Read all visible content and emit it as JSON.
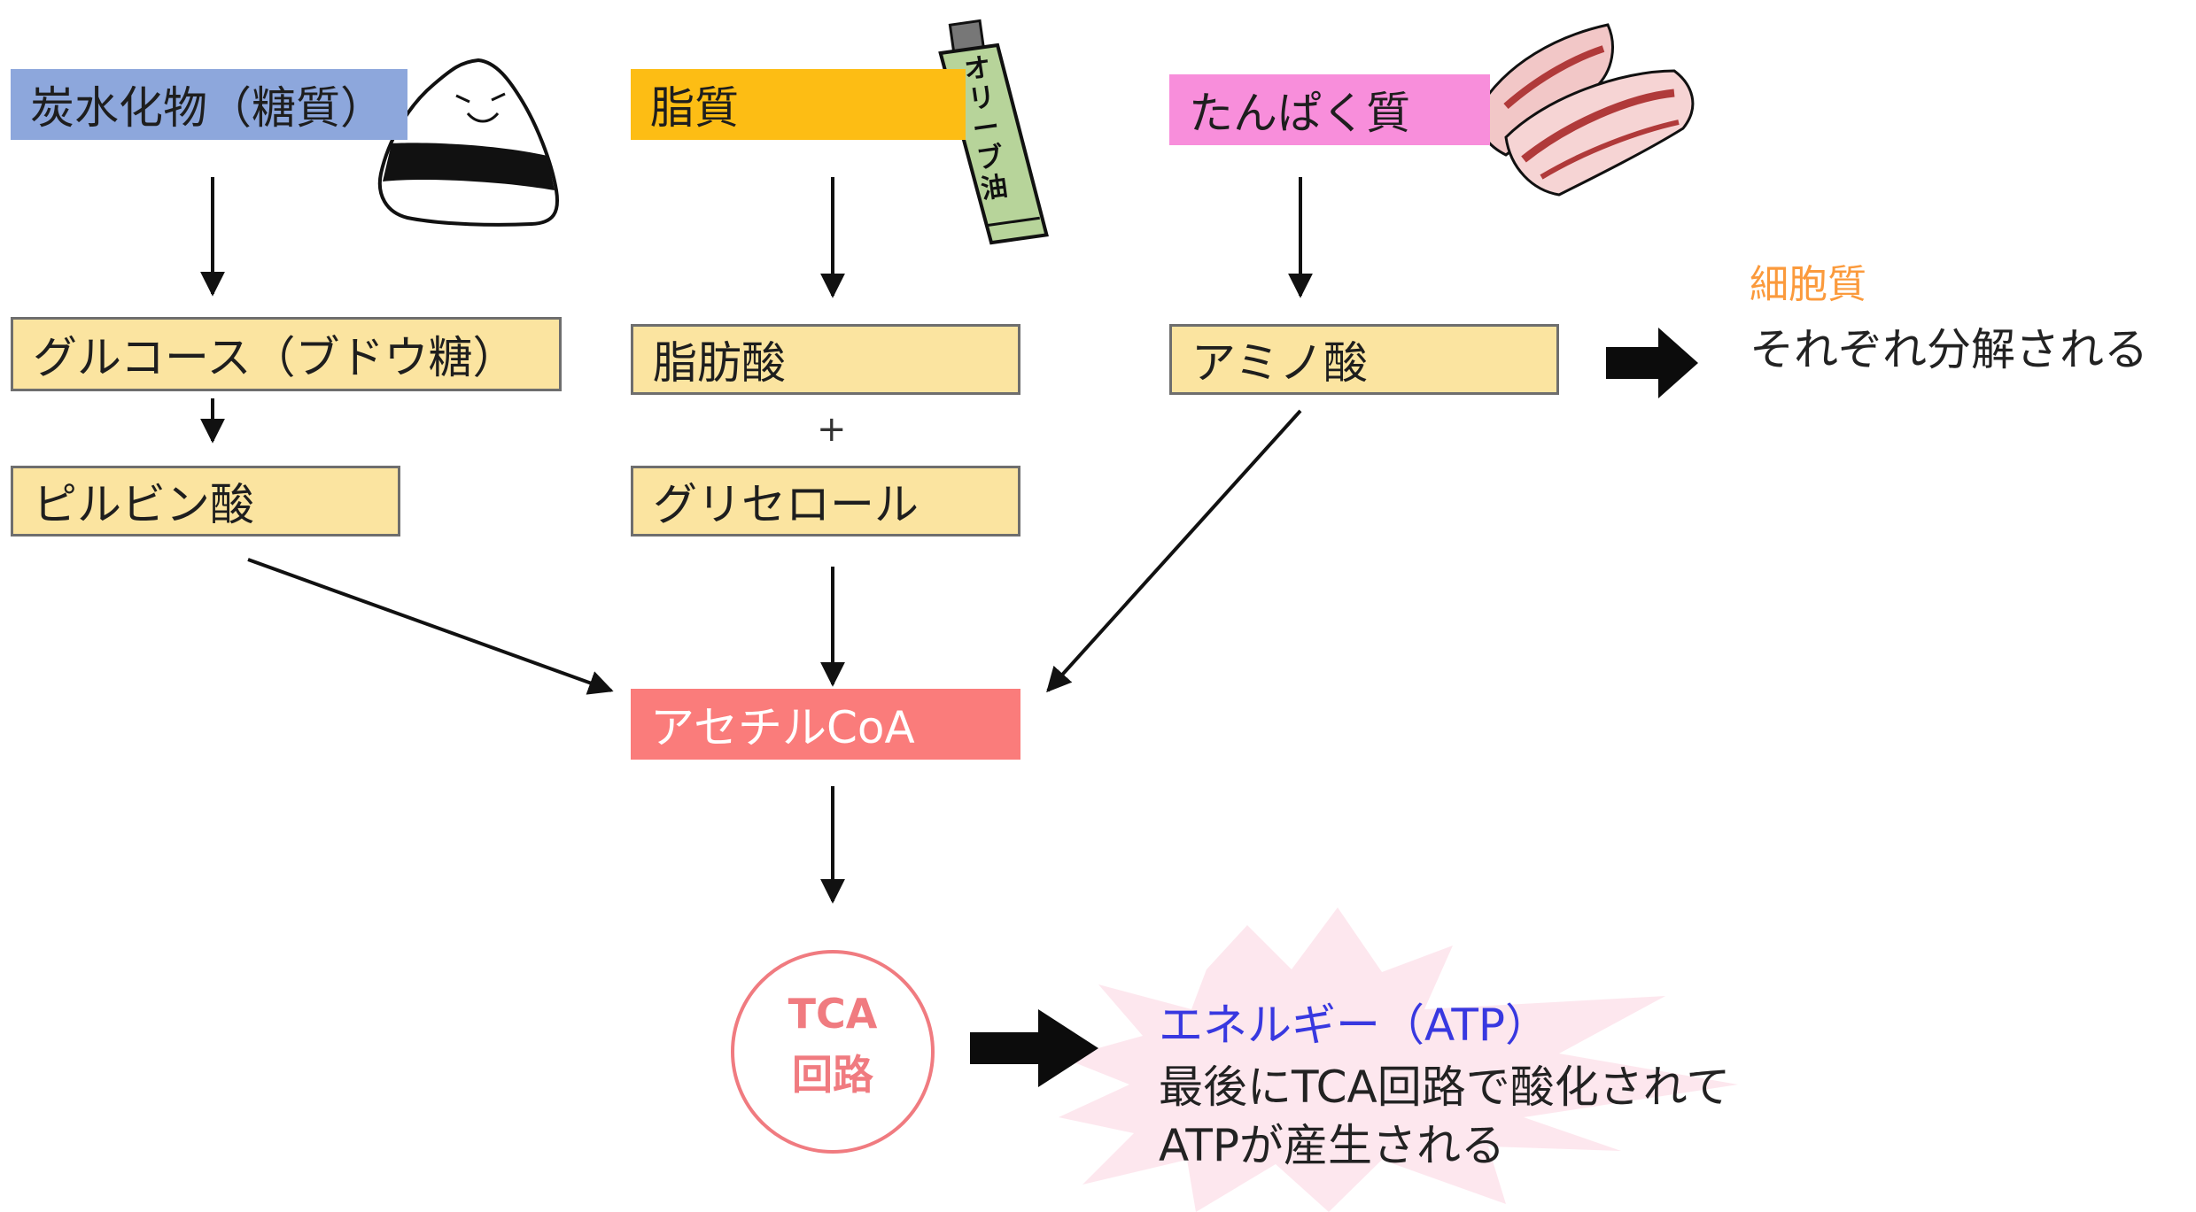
{
  "nutrients": {
    "carb": {
      "label": "炭水化物（糖質）",
      "color": "#8da7dc"
    },
    "lipid": {
      "label": "脂質",
      "color": "#fdbd14"
    },
    "protein": {
      "label": "たんぱく質",
      "color": "#f88edb"
    }
  },
  "intermediates": {
    "glucose": "グルコース（ブドウ糖）",
    "pyruvate": "ピルビン酸",
    "fatty_acid": "脂肪酸",
    "plus": "+",
    "glycerol": "グリセロール",
    "amino_acid": "アミノ酸",
    "fill_color": "#fbe4a0"
  },
  "acetyl_coa": {
    "label": "アセチルCoA",
    "color": "#fa7c7b"
  },
  "tca": {
    "line1": "TCA",
    "line2": "回路",
    "color": "#f07b80"
  },
  "cytoplasm": {
    "title": "細胞質",
    "desc": "それぞれ分解される",
    "title_color": "#fb9a3c"
  },
  "energy": {
    "title": "エネルギー（ATP）",
    "line1": "最後にTCA回路で酸化されて",
    "line2": "ATPが産生される",
    "title_color": "#3838e0"
  },
  "illustrations": {
    "rice_ball": "rice-ball-icon",
    "olive_oil": {
      "icon": "olive-oil-tube-icon",
      "text": "オリーブ油"
    },
    "bacon": "bacon-icon"
  }
}
